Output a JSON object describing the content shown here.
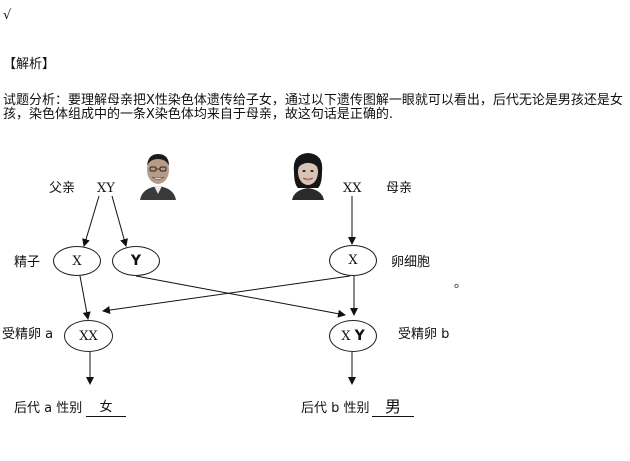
{
  "answer_mark": "√",
  "section_title": "【解析】",
  "analysis_text": "试题分析：要理解母亲把X性染色体遗传给子女，通过以下遗传图解一眼就可以看出，后代无论是男孩还是女孩，染色体组成中的一条X染色体均来自于母亲，故这句话是正确的.",
  "diagram": {
    "father_label": "父亲",
    "father_genotype": "XY",
    "mother_genotype": "XX",
    "mother_label": "母亲",
    "sperm_label": "精子",
    "sperm_x": "X",
    "sperm_y": "Y",
    "egg_x": "X",
    "egg_label": "卵细胞",
    "stray_mark": "。",
    "zygote_a_label": "受精卵 a",
    "zygote_a": "XX",
    "zygote_b_label": "受精卵 b",
    "zygote_b_x": "X",
    "zygote_b_y": "Y",
    "offspring_a_label": "后代 a 性别",
    "offspring_a_answer": "女",
    "offspring_b_label": "后代 b 性别",
    "offspring_b_answer": "男"
  }
}
